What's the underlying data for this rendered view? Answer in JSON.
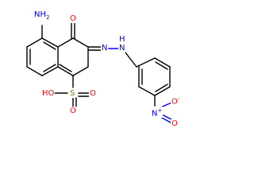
{
  "colors": {
    "bond": "#000000",
    "oxygen": "#ff0000",
    "nitrogen": "#0000ff",
    "sulfur": "#808000"
  },
  "atoms": {
    "amine": "NH",
    "amine_sub": "2",
    "ketone_oxygen": "O",
    "azo_n1": "N",
    "azo_n2": "N",
    "hydrazo_h": "H",
    "sulfonic_oh": "HO",
    "sulfur": "S",
    "sulfonyl_o_top": "O",
    "sulfonyl_o_bottom": "O",
    "nitro_n": "N",
    "nitro_n_charge": "+",
    "nitro_o_top": "O",
    "nitro_o_bottom": "O",
    "nitro_o_charge": "-"
  }
}
